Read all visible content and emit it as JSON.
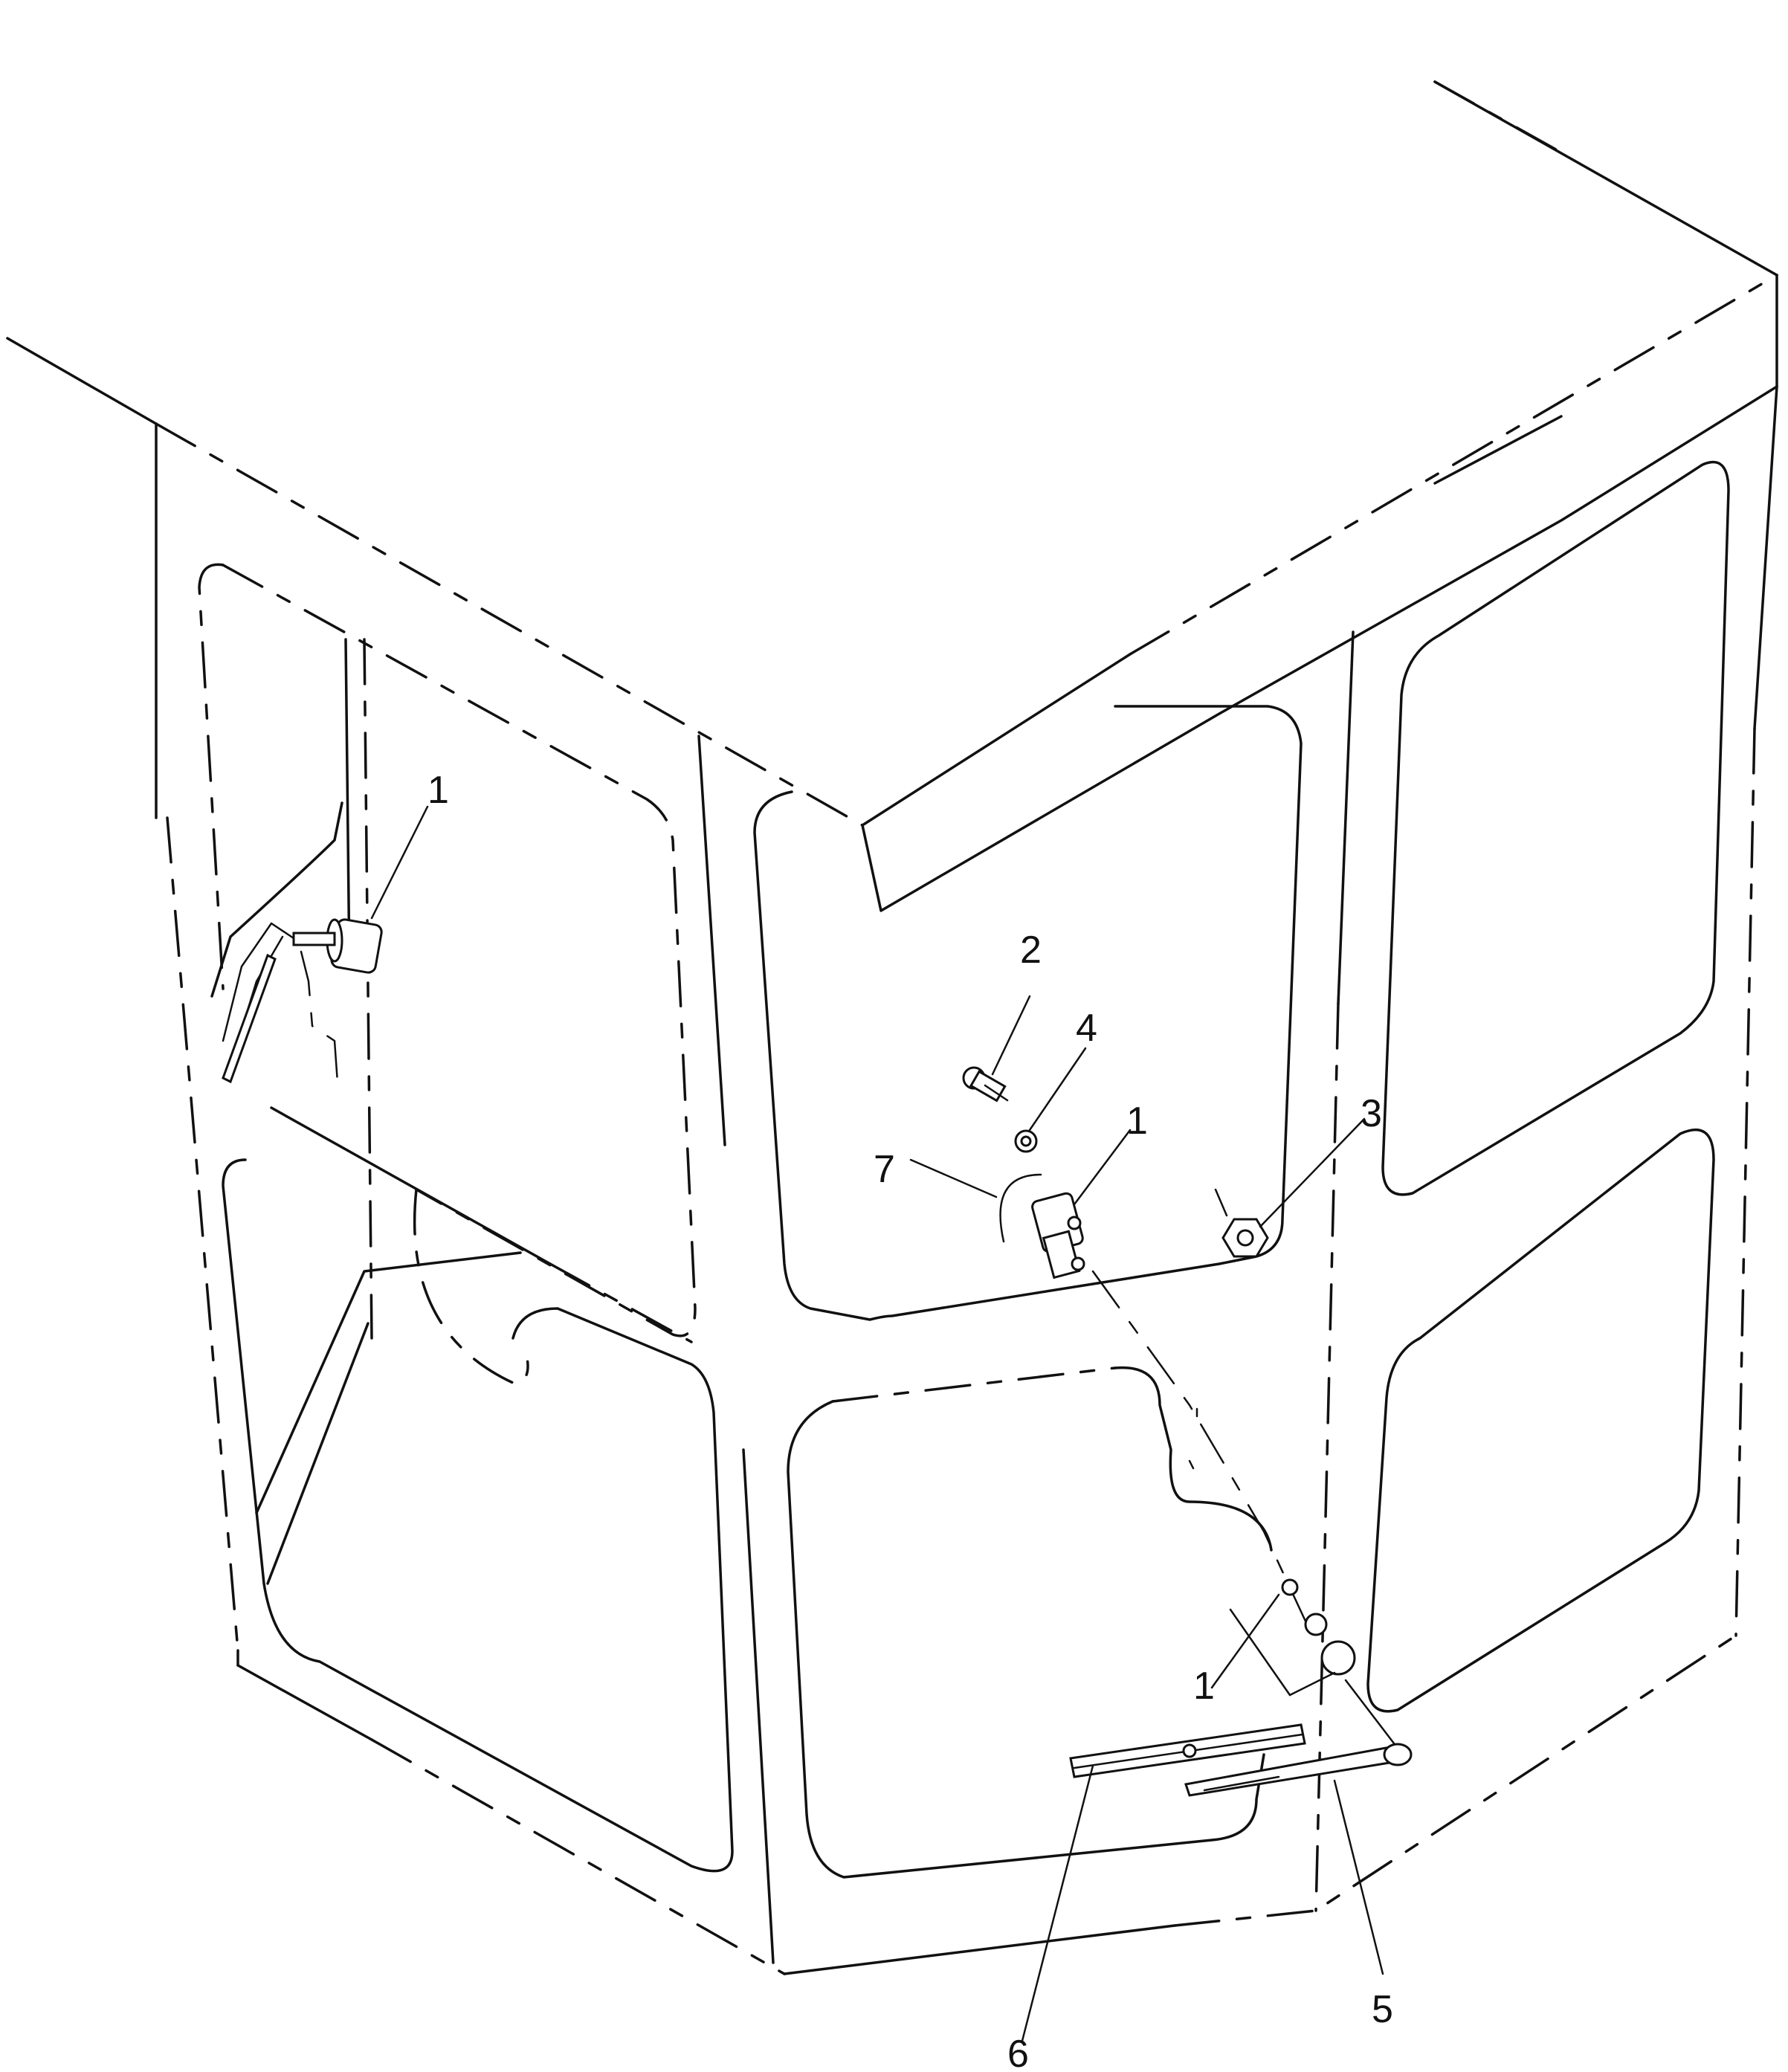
{
  "callouts": {
    "c1_left": "1",
    "c2": "2",
    "c4": "4",
    "c1_center": "1",
    "c3": "3",
    "c7": "7",
    "c1_lower": "1",
    "c5": "5",
    "c6": "6"
  }
}
